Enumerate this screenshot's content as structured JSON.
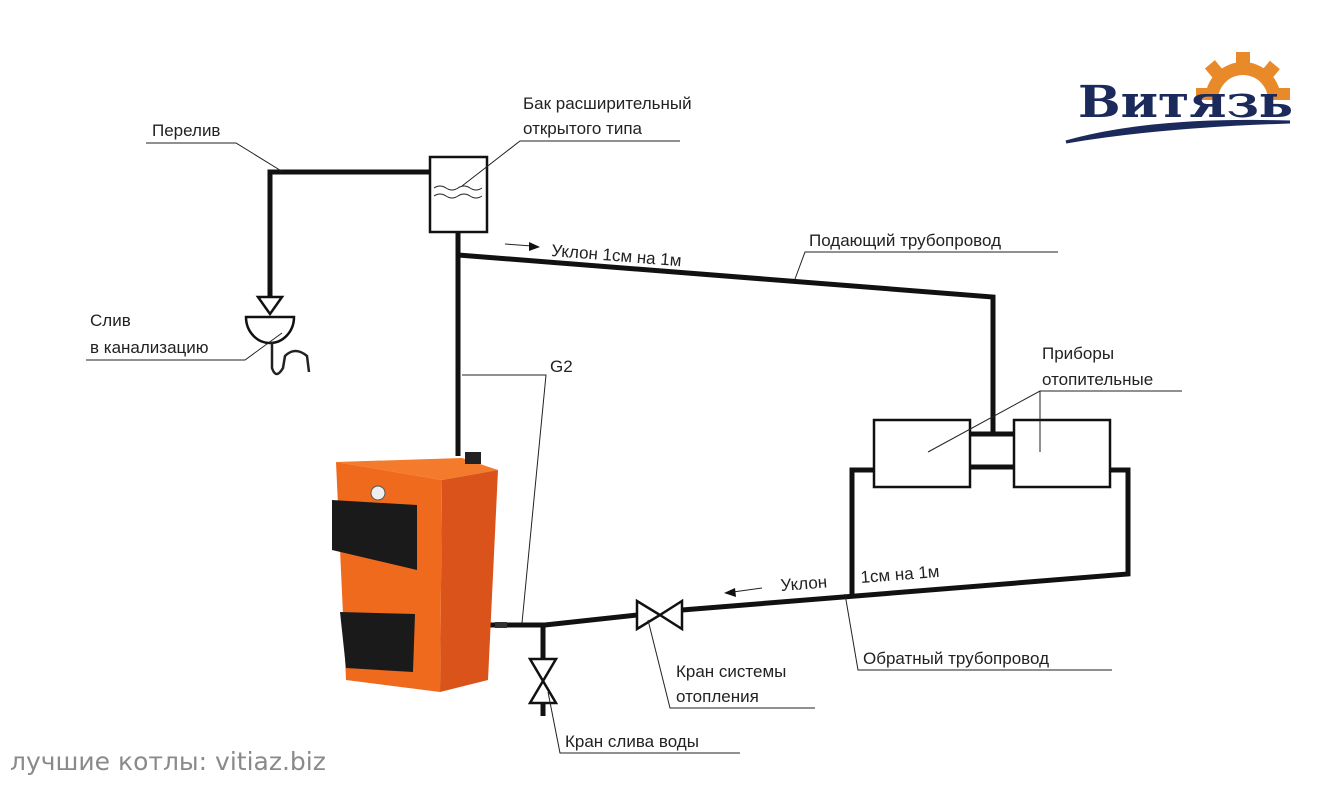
{
  "logo": {
    "text": "Витязь",
    "colors": {
      "text": "#1b2a5a",
      "gear": "#e8892a"
    }
  },
  "labels": {
    "overflow": "Перелив",
    "tank_line1": "Бак расширительный",
    "tank_line2": "открытого типа",
    "supply_slope": "Уклон 1см на 1м",
    "supply_pipe": "Подающий трубопровод",
    "drain_line1": "Слив",
    "drain_line2": "в канализацию",
    "g2": "G2",
    "radiators_line1": "Приборы",
    "radiators_line2": "отопительные",
    "return_slope_a": "Уклон",
    "return_slope_b": "1см на 1м",
    "return_pipe": "Обратный трубопровод",
    "valve_line1": "Кран системы",
    "valve_line2": "отопления",
    "drain_valve": "Кран слива воды"
  },
  "watermark": "лучшие котлы: vitiaz.biz",
  "colors": {
    "boiler": "#f06a1e",
    "pipe": "#111111"
  }
}
